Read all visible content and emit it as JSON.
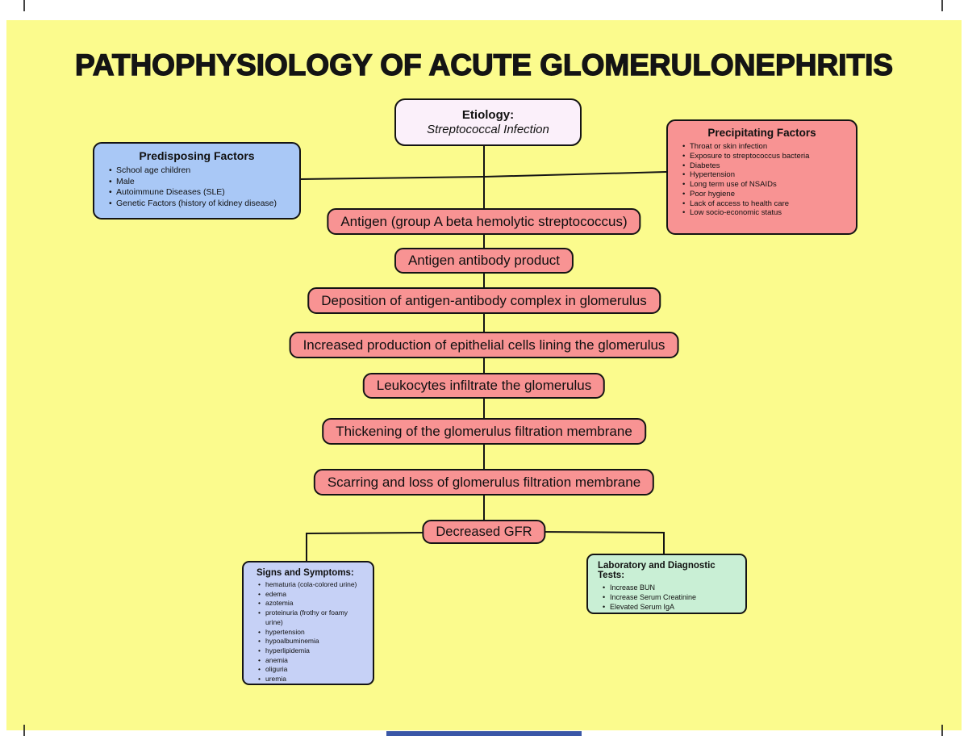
{
  "page": {
    "title": "PATHOPHYSIOLOGY OF ACUTE GLOMERULONEPHRITIS"
  },
  "colors": {
    "background": "#FBFB8D",
    "flow_box": "#F89393",
    "predisposing_box": "#A9C8F6",
    "precipitating_box": "#F89393",
    "signs_box": "#C6D1F6",
    "labs_box": "#C9EFD5",
    "etiology_box": "#FBF0FA",
    "border": "#141414"
  },
  "etiology": {
    "label": "Etiology:",
    "value": "Streptococcal Infection"
  },
  "predisposing": {
    "title": "Predisposing Factors",
    "items": [
      "School age children",
      "Male",
      "Autoimmune Diseases (SLE)",
      "Genetic Factors (history of kidney disease)"
    ]
  },
  "precipitating": {
    "title": "Precipitating Factors",
    "items": [
      "Throat or skin infection",
      "Exposure to streptococcus bacteria",
      "Diabetes",
      "Hypertension",
      "Long term use of NSAIDs",
      "Poor hygiene",
      "Lack of access to health care",
      "Low socio-economic status"
    ]
  },
  "flow": [
    "Antigen (group A beta hemolytic streptococcus)",
    "Antigen antibody product",
    "Deposition of antigen-antibody complex in glomerulus",
    "Increased production of epithelial cells lining the glomerulus",
    "Leukocytes infiltrate the glomerulus",
    "Thickening of the glomerulus filtration membrane",
    "Scarring and loss of glomerulus filtration membrane",
    "Decreased GFR"
  ],
  "signs": {
    "title": "Signs and Symptoms:",
    "items": [
      "hematuria (cola-colored urine)",
      "edema",
      "azotemia",
      "proteinuria (frothy or foamy urine)",
      "hypertension",
      "hypoalbuminemia",
      "hyperlipidemia",
      "anemia",
      "oliguria",
      "uremia"
    ]
  },
  "labs": {
    "title": "Laboratory and Diagnostic Tests:",
    "items": [
      "Increase BUN",
      "Increase Serum Creatinine",
      "Elevated Serum IgA"
    ]
  }
}
